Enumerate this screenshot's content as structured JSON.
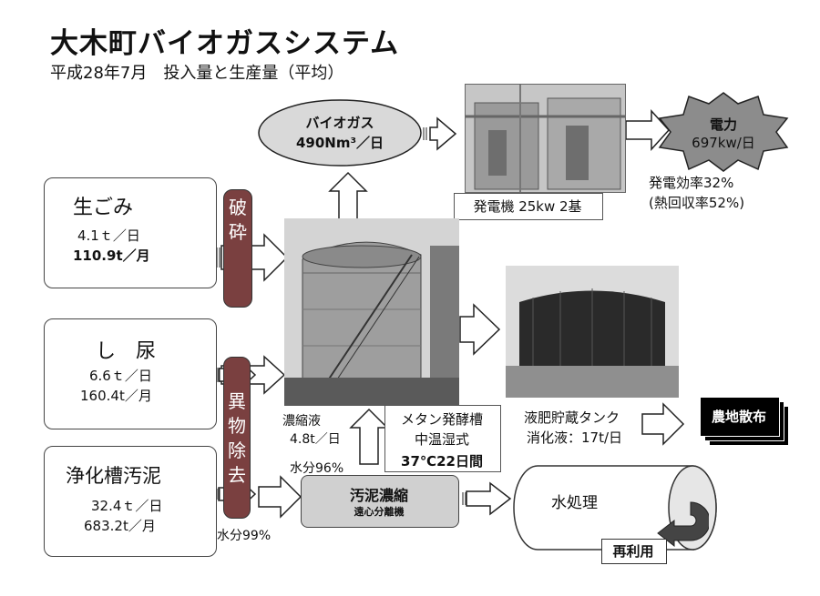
{
  "title": "大木町バイオガスシステム",
  "subtitle": "平成28年7月　投入量と生産量（平均）",
  "biogas": {
    "label": "バイオガス",
    "amount": "490Nm³／日"
  },
  "generator": {
    "label": "発電機 25kw 2基"
  },
  "power": {
    "label": "電力",
    "amount": "697kw/日",
    "efficiency": "発電効率32%",
    "heat_recovery": "(熱回収率52%)"
  },
  "crush": {
    "label": "破\n砕"
  },
  "foreign_removal": {
    "label": "異\n物\n除\n去"
  },
  "inputs": [
    {
      "name": "生ごみ",
      "daily": "4.1ｔ／日",
      "monthly": "110.9t／月"
    },
    {
      "name": "し　尿",
      "daily": "6.6ｔ／日",
      "monthly": "160.4t／月"
    },
    {
      "name": "浄化槽汚泥",
      "daily": "32.4ｔ／日",
      "monthly": "683.2t／月"
    }
  ],
  "concentrate": {
    "label": "濃縮液",
    "amount": "4.8t／日",
    "water": "水分96%"
  },
  "water99": "水分99%",
  "fermenter": {
    "line1": "メタン発酵槽",
    "line2": "中温湿式",
    "days": "37℃22日間"
  },
  "storage": {
    "line1": "液肥貯蔵タンク",
    "line2": "消化液：17t/日"
  },
  "farm": "農地散布",
  "sludge": {
    "label": "汚泥濃縮",
    "sub": "遠心分離機"
  },
  "water_treatment": "水処理",
  "reuse": "再利用"
}
